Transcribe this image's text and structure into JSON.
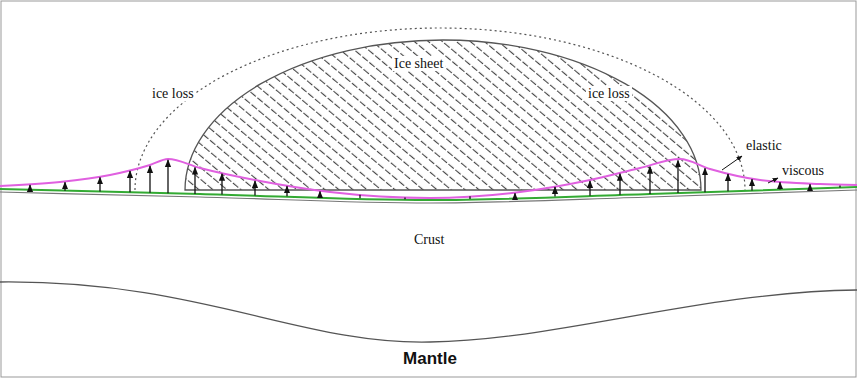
{
  "diagram": {
    "labels": [
      "ice loss",
      "Ice sheet",
      "ice loss",
      "elastic",
      "viscous",
      "Crust",
      "Mantle"
    ]
  }
}
